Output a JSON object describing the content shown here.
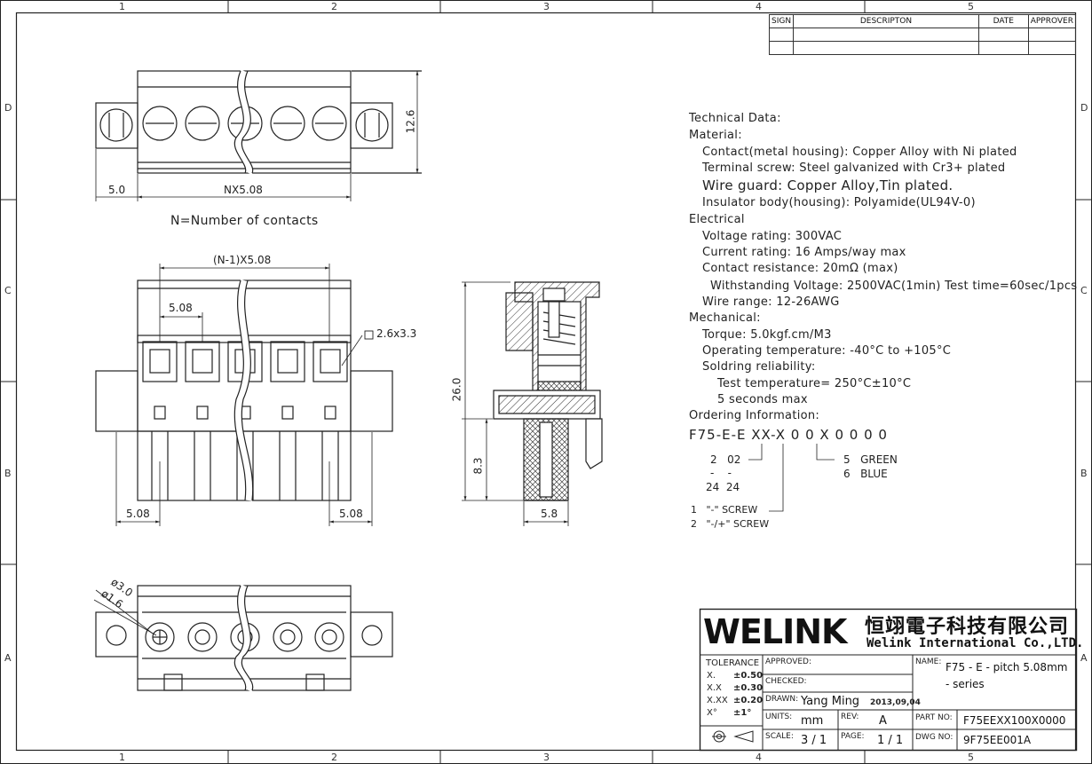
{
  "zones": {
    "cols": [
      "1",
      "2",
      "3",
      "4",
      "5"
    ],
    "rows": [
      "D",
      "C",
      "B",
      "A"
    ]
  },
  "revision_table": {
    "headers": [
      "SIGN",
      "DESCRIPTON",
      "DATE",
      "APPROVER"
    ]
  },
  "views": {
    "top": {
      "height_dim": "12.6",
      "left_dim": "5.0",
      "span_dim": "NX5.08",
      "note": "N=Number of contacts"
    },
    "front": {
      "span_dim": "(N-1)X5.08",
      "pitch_dim": "5.08",
      "window_dim": "2.6x3.3",
      "left_pitch": "5.08",
      "right_pitch": "5.08"
    },
    "side": {
      "height_total": "26.0",
      "height_lower": "8.3",
      "width_dim": "5.8"
    },
    "bottom": {
      "dia_outer": "ø3.0",
      "dia_inner": "ø1.6"
    }
  },
  "tech_lines": [
    "Technical Data:",
    "Material:",
    "Contact(metal housing): Copper Alloy with Ni plated",
    "Terminal screw: Steel galvanized with Cr3+ plated",
    "Wire guard: Copper Alloy,Tin plated.",
    "Insulator body(housing): Polyamide(UL94V-0)",
    "Electrical",
    "Voltage rating: 300VAC",
    "Current rating: 16 Amps/way max",
    "Contact resistance: 20mΩ (max)",
    "Withstanding Voltage: 2500VAC(1min) Test time=60sec/1pcs",
    "Wire range: 12-26AWG",
    "Mechanical:",
    "Torque: 5.0kgf.cm/M3",
    "Operating temperature: -40°C to +105°C",
    "Soldring reliability:",
    "Test temperature= 250°C±10°C",
    "5 seconds max",
    "Ordering Information:"
  ],
  "ordering": {
    "code": "F75-E-E XX-X 0 0 X 0 0 0 0",
    "poles_a": "2   02",
    "poles_dash": "-    -",
    "poles_b": "24  24",
    "color_5": "5   GREEN",
    "color_6": "6   BLUE",
    "screw_1": "1   \"-\" SCREW",
    "screw_2": "2   \"-/+\" SCREW"
  },
  "title_block": {
    "brand": "WELINK",
    "company_cn": "恒翊電子科技有限公司",
    "company_en": "Welink International Co.,LTD.",
    "tolerance_label": "TOLERANCE",
    "tol": [
      {
        "k": "X.",
        "v": "±0.50"
      },
      {
        "k": "X.X",
        "v": "±0.30"
      },
      {
        "k": "X.XX",
        "v": "±0.20"
      },
      {
        "k": "X°",
        "v": "±1°"
      }
    ],
    "approved": "APPROVED:",
    "checked": "CHECKED:",
    "drawn_label": "DRAWN:",
    "drawn_by": "Yang Ming",
    "drawn_date": "2013,09,04",
    "units_label": "UNITS:",
    "units": "mm",
    "rev_label": "REV:",
    "rev": "A",
    "scale_label": "SCALE:",
    "scale": "3 / 1",
    "page_label": "PAGE:",
    "page": "1 / 1",
    "name_label": "NAME:",
    "name_line1": "F75 - E - pitch 5.08mm",
    "name_line2": "- series",
    "part_label": "PART NO:",
    "part_no": "F75EEXX100X0000",
    "dwg_label": "DWG NO:",
    "dwg_no": "9F75EE001A"
  }
}
